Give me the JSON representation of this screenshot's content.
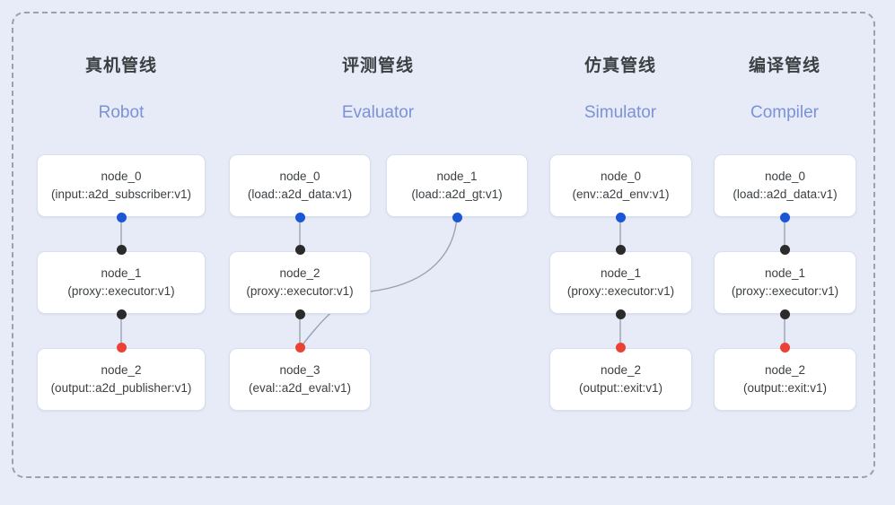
{
  "diagram": {
    "background_color": "#e6ebf7",
    "frame_border_color": "#9aa0ac",
    "accent_blue": "#1a56d6",
    "accent_red": "#ea4335",
    "accent_dark": "#2b2b2b",
    "subtitle_color": "#7b92d6",
    "columns": [
      {
        "id": "robot",
        "title_cn": "真机管线",
        "title_en": "Robot",
        "nodes": [
          {
            "name": "node_0",
            "type": "(input::a2d_subscriber:v1)"
          },
          {
            "name": "node_1",
            "type": "(proxy::executor:v1)"
          },
          {
            "name": "node_2",
            "type": "(output::a2d_publisher:v1)"
          }
        ]
      },
      {
        "id": "evaluator",
        "title_cn": "评测管线",
        "title_en": "Evaluator",
        "nodes": [
          {
            "name": "node_0",
            "type": "(load::a2d_data:v1)"
          },
          {
            "name": "node_1",
            "type": "(load::a2d_gt:v1)"
          },
          {
            "name": "node_2",
            "type": "(proxy::executor:v1)"
          },
          {
            "name": "node_3",
            "type": "(eval::a2d_eval:v1)"
          }
        ]
      },
      {
        "id": "simulator",
        "title_cn": "仿真管线",
        "title_en": "Simulator",
        "nodes": [
          {
            "name": "node_0",
            "type": "(env::a2d_env:v1)"
          },
          {
            "name": "node_1",
            "type": "(proxy::executor:v1)"
          },
          {
            "name": "node_2",
            "type": "(output::exit:v1)"
          }
        ]
      },
      {
        "id": "compiler",
        "title_cn": "编译管线",
        "title_en": "Compiler",
        "nodes": [
          {
            "name": "node_0",
            "type": "(load::a2d_data:v1)"
          },
          {
            "name": "node_1",
            "type": "(proxy::executor:v1)"
          },
          {
            "name": "node_2",
            "type": "(output::exit:v1)"
          }
        ]
      }
    ]
  }
}
